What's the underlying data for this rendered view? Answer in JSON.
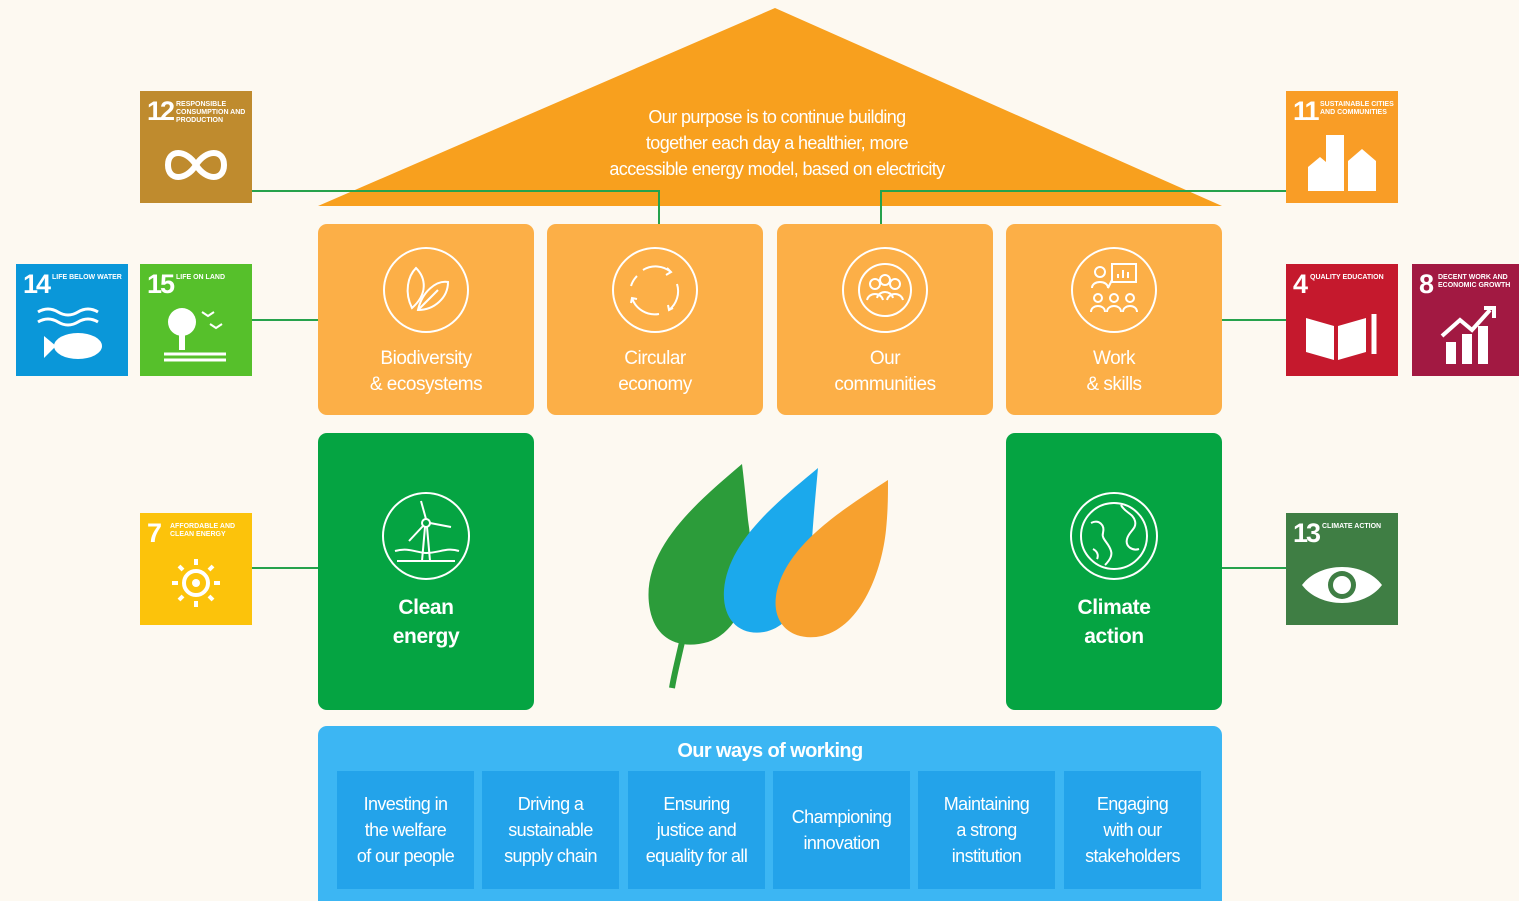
{
  "colors": {
    "background": "#fdf9f1",
    "roof": "#f8a01e",
    "pillar": "#fcaf47",
    "green_box": "#05a442",
    "ways_bg": "#3cb6f3",
    "way_cell": "#23a3ea",
    "connector": "#26a24c"
  },
  "purpose": {
    "line1": "Our purpose is to continue building",
    "line2": "together each day a healthier, more",
    "line3": "accessible energy model, based on electricity"
  },
  "pillars": [
    {
      "label": "Biodiversity\n& ecosystems",
      "icon": "leaf-icon"
    },
    {
      "label": "Circular\neconomy",
      "icon": "circular-arrows-icon"
    },
    {
      "label": "Our\ncommunities",
      "icon": "community-people-icon"
    },
    {
      "label": "Work\n& skills",
      "icon": "teacher-board-icon"
    }
  ],
  "green_boxes": [
    {
      "label": "Clean\nenergy",
      "icon": "wind-turbine-icon"
    },
    {
      "label": "Climate\naction",
      "icon": "globe-icon"
    }
  ],
  "logo": {
    "icon": "three-leaves-logo"
  },
  "ways": {
    "title": "Our ways of working",
    "items": [
      "Investing in\nthe welfare\nof our people",
      "Driving a\nsustainable\nsupply chain",
      "Ensuring\njustice and\nequality for all",
      "Championing\ninnovation",
      "Maintaining\na strong\ninstitution",
      "Engaging\nwith our\nstakeholders"
    ]
  },
  "sdgs": {
    "sdg12": {
      "number": "12",
      "name": "Responsible consumption and production",
      "color": "#bf8b2e",
      "icon": "infinity-icon"
    },
    "sdg11": {
      "number": "11",
      "name": "Sustainable cities and communities",
      "color": "#f99d26",
      "icon": "city-buildings-icon"
    },
    "sdg14": {
      "number": "14",
      "name": "Life below water",
      "color": "#0a97d9",
      "icon": "fish-icon"
    },
    "sdg15": {
      "number": "15",
      "name": "Life on land",
      "color": "#56c02b",
      "icon": "tree-icon"
    },
    "sdg4": {
      "number": "4",
      "name": "Quality education",
      "color": "#c5192d",
      "icon": "book-icon"
    },
    "sdg8": {
      "number": "8",
      "name": "Decent work and economic growth",
      "color": "#a21942",
      "icon": "growth-chart-icon"
    },
    "sdg7": {
      "number": "7",
      "name": "Affordable and clean energy",
      "color": "#fcc30b",
      "icon": "sun-icon"
    },
    "sdg13": {
      "number": "13",
      "name": "Climate action",
      "color": "#3f7e44",
      "icon": "eye-globe-icon"
    }
  }
}
